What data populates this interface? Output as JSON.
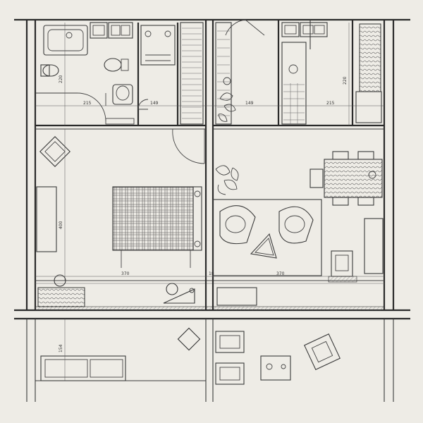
{
  "dimensions": {
    "bath_h_left": "220",
    "bath_w_left": "215",
    "hall_w": "149",
    "hall_w_right": "149",
    "kitchen_w": "215",
    "kitchen_h_right": "220",
    "living_h_left": "400",
    "living_w_left": "370",
    "living_w_right": "370",
    "terrace_h": "154",
    "mark_corridor": "18"
  },
  "colors": {
    "paper": "#eeece6",
    "ink": "#2b2b2b",
    "hatch": "#666666"
  }
}
